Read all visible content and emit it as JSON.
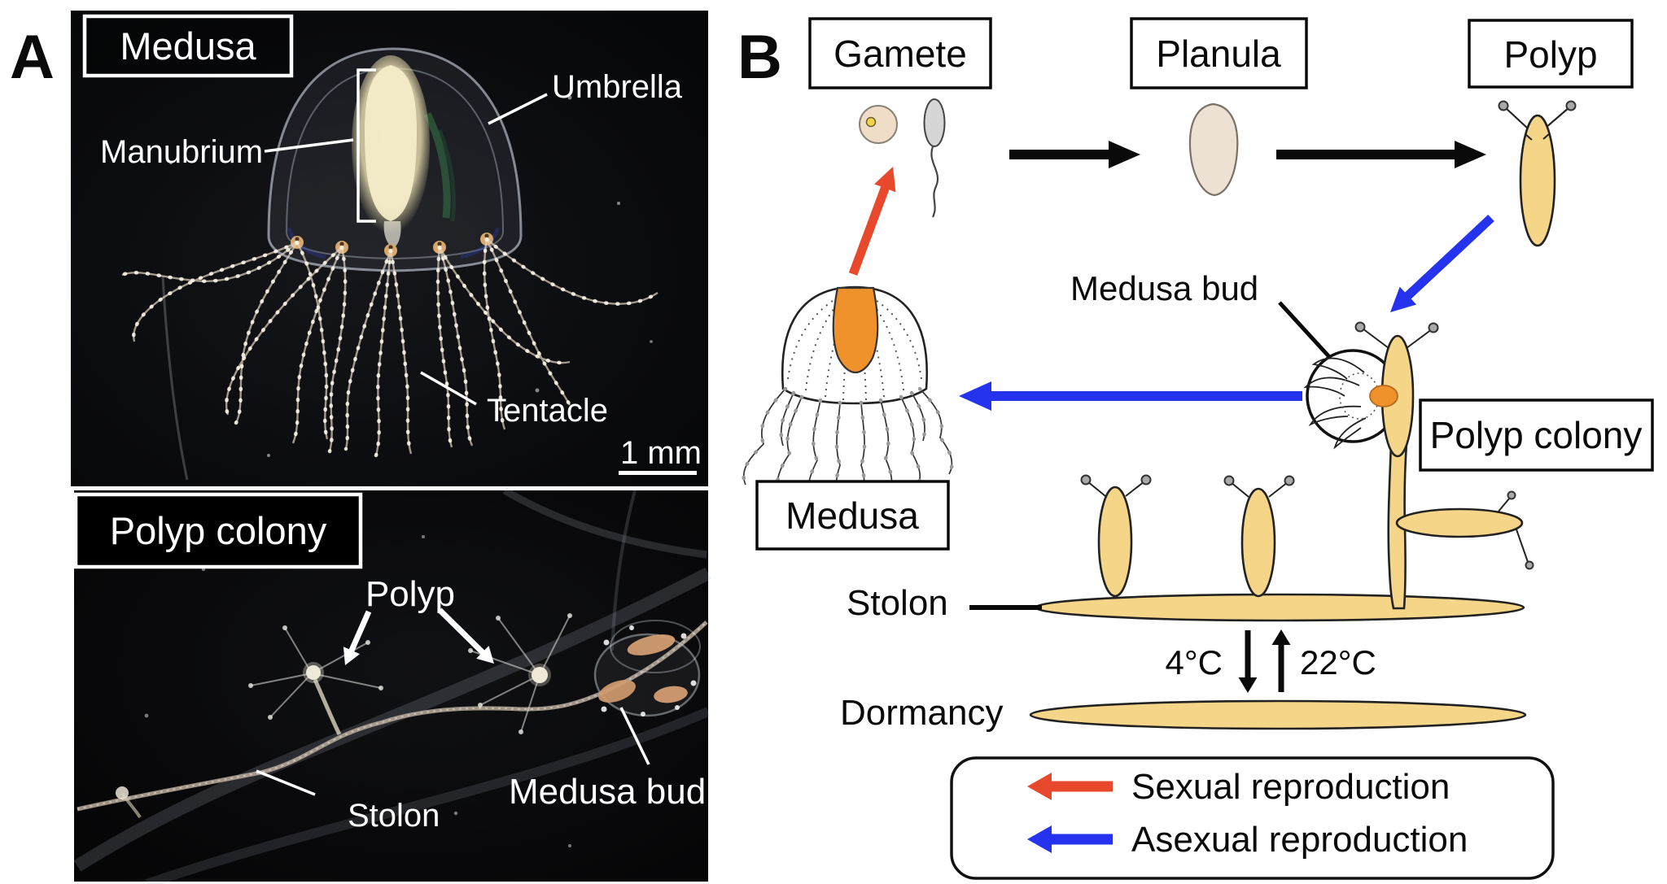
{
  "panel_a": {
    "label": "A",
    "medusa_photo": {
      "title": "Medusa",
      "umbrella": "Umbrella",
      "manubrium": "Manubrium",
      "tentacle": "Tentacle",
      "scale_bar": "1 mm"
    },
    "colony_photo": {
      "title": "Polyp colony",
      "polyp": "Polyp",
      "stolon": "Stolon",
      "medusa_bud": "Medusa bud"
    }
  },
  "panel_b": {
    "label": "B",
    "boxes": {
      "gamete": "Gamete",
      "planula": "Planula",
      "polyp": "Polyp",
      "polyp_colony": "Polyp colony",
      "medusa": "Medusa"
    },
    "labels": {
      "medusa_bud": "Medusa bud",
      "stolon": "Stolon",
      "dormancy": "Dormancy",
      "temp_cold": "4°C",
      "temp_warm": "22°C"
    },
    "legend": {
      "sexual": "Sexual reproduction",
      "asexual": "Asexual reproduction"
    },
    "colors": {
      "sexual_red": "#e8482c",
      "asexual_blue": "#2633ee",
      "body_tan": "#f5d688",
      "manubrium_orange": "#f0922b",
      "planula_beige": "#ece1d3",
      "egg_beige": "#f0ddc8",
      "egg_yolk": "#f3d44e",
      "sperm_gray": "#d6d6d6",
      "arrow_black": "#0a0a0a"
    }
  }
}
